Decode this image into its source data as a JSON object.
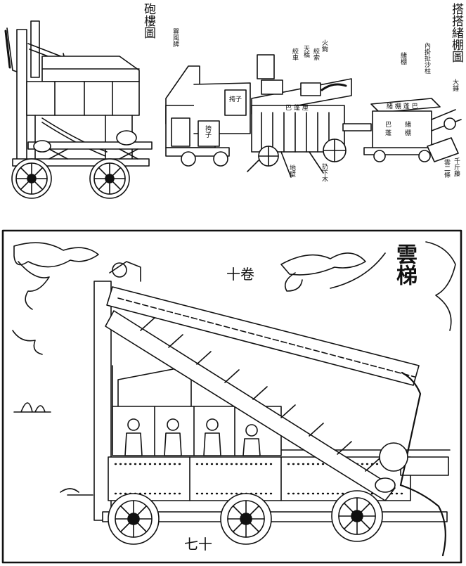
{
  "top_left": {
    "title": "砲樓圖"
  },
  "top_right": {
    "title": "搭搭緒棚圖",
    "labels": {
      "fang": "巽風牌",
      "huo_gou": "火鉤",
      "jiao_shou": "絞索",
      "tian_qiao": "天橋",
      "jiao_che": "絞車",
      "xu_peng": "緒棚",
      "nei_gua": "內掛扯沙柱",
      "da_chui": "大錘",
      "ya_zi_a": "挎子",
      "ya_zi_b": "挎子",
      "di_bi": "地壁",
      "jiao_mu": "扔下木",
      "qian_jin": "千斤藤",
      "yun_er": "雲二條"
    },
    "plates": {
      "cart1": "巴 蓬 厘",
      "cart2a": "緒 棚 蓬 巴",
      "cart2b": "巴 蓬",
      "cart2c": "緒 棚"
    }
  },
  "bottom": {
    "title": "雲梯",
    "volume": "卷十",
    "page": "十七"
  }
}
